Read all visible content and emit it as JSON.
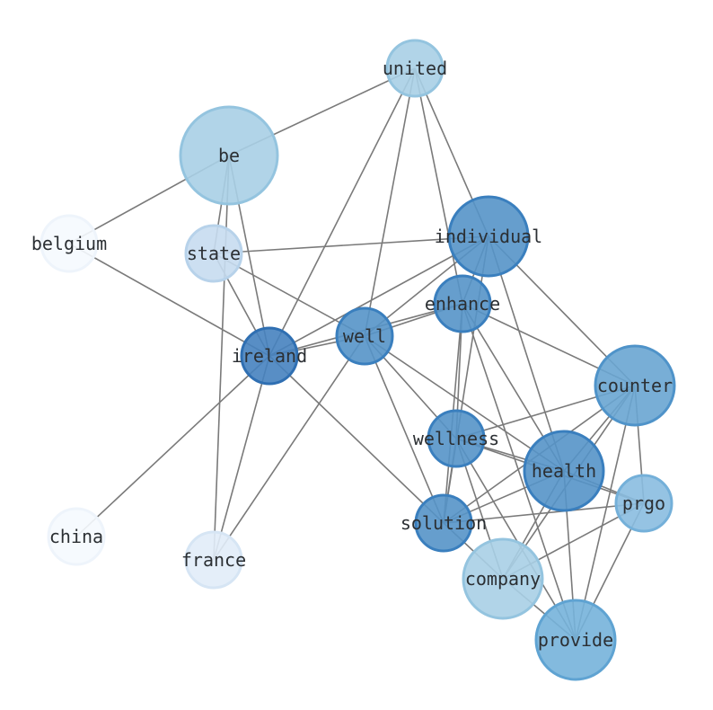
{
  "graph": {
    "type": "network",
    "edge_color": "#7a7a7a",
    "nodes": [
      {
        "id": "united",
        "label": "united",
        "size": 1,
        "fill": "#a9cfe5",
        "stroke": "#94c4df"
      },
      {
        "id": "be",
        "label": "be",
        "size": 3,
        "fill": "#a9cfe5",
        "stroke": "#94c4df"
      },
      {
        "id": "belgium",
        "label": "belgium",
        "size": 1,
        "fill": "#f5f9fe",
        "stroke": "#eef4fb"
      },
      {
        "id": "state",
        "label": "state",
        "size": 1,
        "fill": "#c6dbef",
        "stroke": "#b7d2ea"
      },
      {
        "id": "individual",
        "label": "individual",
        "size": 2,
        "fill": "#5593c8",
        "stroke": "#3a7fbe"
      },
      {
        "id": "enhance",
        "label": "enhance",
        "size": 1,
        "fill": "#5593c8",
        "stroke": "#3a7fbe"
      },
      {
        "id": "well",
        "label": "well",
        "size": 1,
        "fill": "#5593c8",
        "stroke": "#3a7fbe"
      },
      {
        "id": "ireland",
        "label": "ireland",
        "size": 1,
        "fill": "#4682bf",
        "stroke": "#2f6fb2"
      },
      {
        "id": "counter",
        "label": "counter",
        "size": 2,
        "fill": "#69a5d2",
        "stroke": "#4f93c9"
      },
      {
        "id": "wellness",
        "label": "wellness",
        "size": 1,
        "fill": "#5593c8",
        "stroke": "#3a7fbe"
      },
      {
        "id": "health",
        "label": "health",
        "size": 2,
        "fill": "#5593c8",
        "stroke": "#3a7fbe"
      },
      {
        "id": "prgo",
        "label": "prgo",
        "size": 1,
        "fill": "#89bde0",
        "stroke": "#74b0d9"
      },
      {
        "id": "solution",
        "label": "solution",
        "size": 1,
        "fill": "#5593c8",
        "stroke": "#3a7fbe"
      },
      {
        "id": "china",
        "label": "china",
        "size": 1,
        "fill": "#f5f9fe",
        "stroke": "#eef4fb"
      },
      {
        "id": "france",
        "label": "france",
        "size": 1,
        "fill": "#e1ecf8",
        "stroke": "#d6e5f4"
      },
      {
        "id": "company",
        "label": "company",
        "size": 2,
        "fill": "#a9cfe5",
        "stroke": "#94c4df"
      },
      {
        "id": "provide",
        "label": "provide",
        "size": 2,
        "fill": "#76b2da",
        "stroke": "#5fa3d2"
      }
    ],
    "edges": [
      [
        "united",
        "be"
      ],
      [
        "united",
        "ireland"
      ],
      [
        "united",
        "well"
      ],
      [
        "united",
        "enhance"
      ],
      [
        "united",
        "individual"
      ],
      [
        "be",
        "belgium"
      ],
      [
        "be",
        "state"
      ],
      [
        "be",
        "ireland"
      ],
      [
        "be",
        "france"
      ],
      [
        "belgium",
        "ireland"
      ],
      [
        "state",
        "individual"
      ],
      [
        "state",
        "ireland"
      ],
      [
        "state",
        "well"
      ],
      [
        "ireland",
        "china"
      ],
      [
        "ireland",
        "france"
      ],
      [
        "ireland",
        "well"
      ],
      [
        "ireland",
        "enhance"
      ],
      [
        "ireland",
        "individual"
      ],
      [
        "ireland",
        "solution"
      ],
      [
        "well",
        "france"
      ],
      [
        "well",
        "individual"
      ],
      [
        "well",
        "enhance"
      ],
      [
        "well",
        "wellness"
      ],
      [
        "well",
        "solution"
      ],
      [
        "well",
        "health"
      ],
      [
        "individual",
        "enhance"
      ],
      [
        "individual",
        "solution"
      ],
      [
        "individual",
        "health"
      ],
      [
        "individual",
        "counter"
      ],
      [
        "enhance",
        "wellness"
      ],
      [
        "enhance",
        "solution"
      ],
      [
        "enhance",
        "counter"
      ],
      [
        "enhance",
        "health"
      ],
      [
        "enhance",
        "provide"
      ],
      [
        "counter",
        "wellness"
      ],
      [
        "counter",
        "health"
      ],
      [
        "counter",
        "solution"
      ],
      [
        "counter",
        "company"
      ],
      [
        "counter",
        "prgo"
      ],
      [
        "counter",
        "provide"
      ],
      [
        "wellness",
        "health"
      ],
      [
        "wellness",
        "prgo"
      ],
      [
        "wellness",
        "company"
      ],
      [
        "wellness",
        "provide"
      ],
      [
        "wellness",
        "solution"
      ],
      [
        "health",
        "solution"
      ],
      [
        "health",
        "company"
      ],
      [
        "health",
        "provide"
      ],
      [
        "health",
        "prgo"
      ],
      [
        "prgo",
        "solution"
      ],
      [
        "prgo",
        "company"
      ],
      [
        "prgo",
        "provide"
      ],
      [
        "solution",
        "company"
      ],
      [
        "company",
        "provide"
      ]
    ]
  }
}
